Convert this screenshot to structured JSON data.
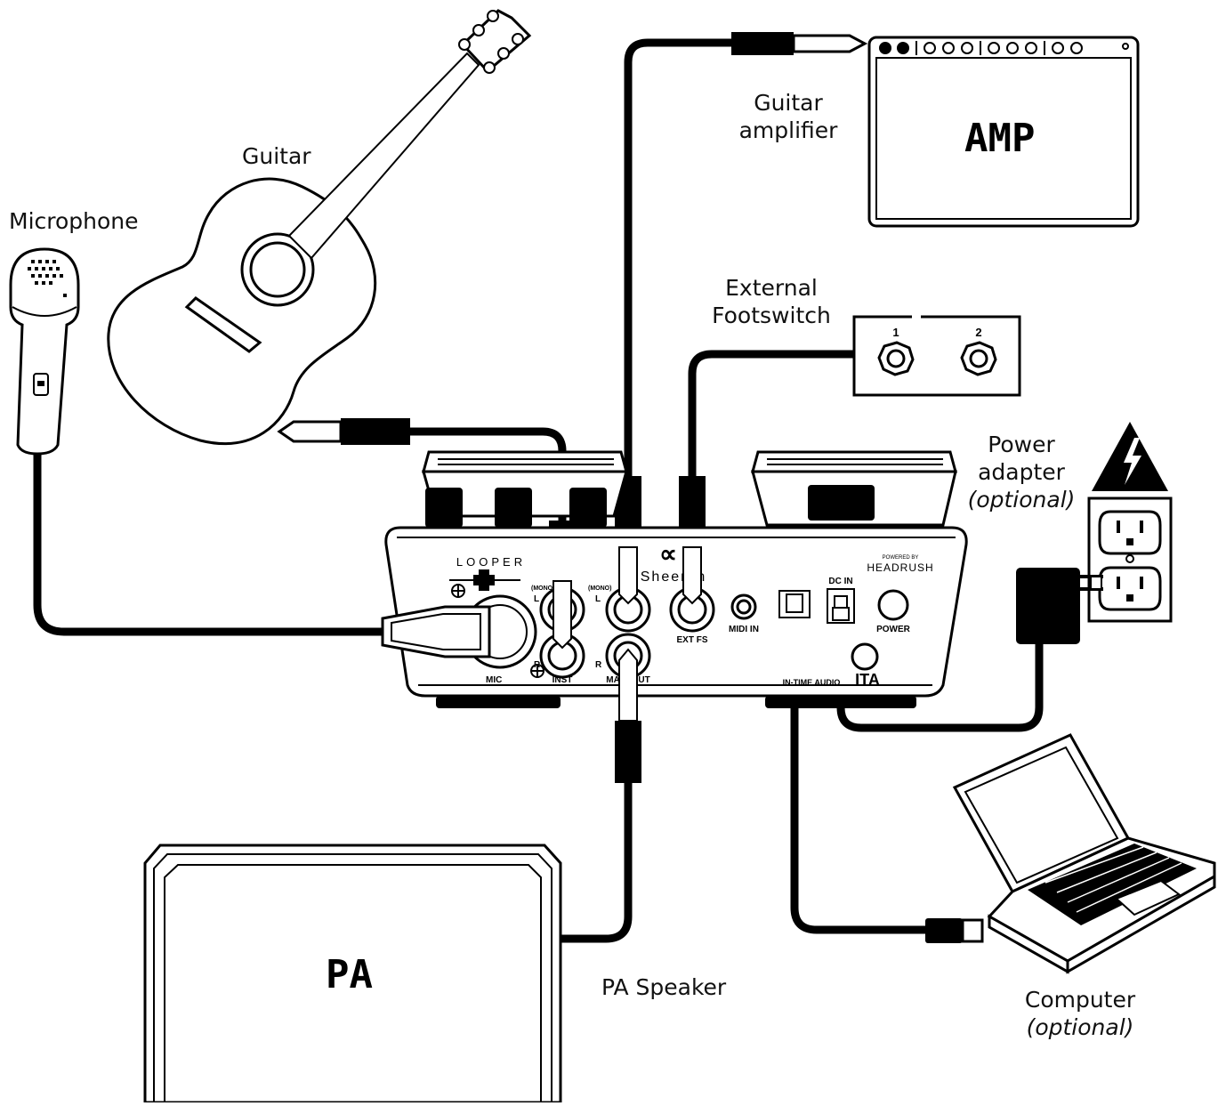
{
  "labels": {
    "microphone": "Microphone",
    "guitar": "Guitar",
    "guitar_amplifier": [
      "Guitar",
      "amplifier"
    ],
    "external_footswitch": [
      "External",
      "Footswitch"
    ],
    "power_adapter": [
      "Power",
      "adapter"
    ],
    "power_adapter_optional": "(optional)",
    "pa_speaker": "PA Speaker",
    "computer": "Computer",
    "computer_optional": "(optional)"
  },
  "amp": {
    "word": "AMP"
  },
  "pa": {
    "word": "PA"
  },
  "footswitch": {
    "button_1": "1",
    "button_2": "2"
  },
  "pedal": {
    "looper_label": "LOOPER",
    "brand": "Sheeran",
    "powered_by": "POWERED BY",
    "headrush": "HEADRUSH",
    "jacks": {
      "mic": "MIC",
      "inst": "INST",
      "main_out": "MAIN OUT",
      "mono_1": "(MONO)",
      "mono_2": "(MONO)",
      "l_1": "L",
      "r_1": "R",
      "l_2": "L",
      "r_2": "R",
      "ext_fs": "EXT FS",
      "midi_in": "MIDI IN",
      "dc_in": "DC IN",
      "power": "POWER",
      "usb_audio": "IN-TIME AUDIO",
      "ita": "ITA"
    }
  },
  "colors": {
    "ink": "#000000",
    "paper": "#ffffff"
  }
}
